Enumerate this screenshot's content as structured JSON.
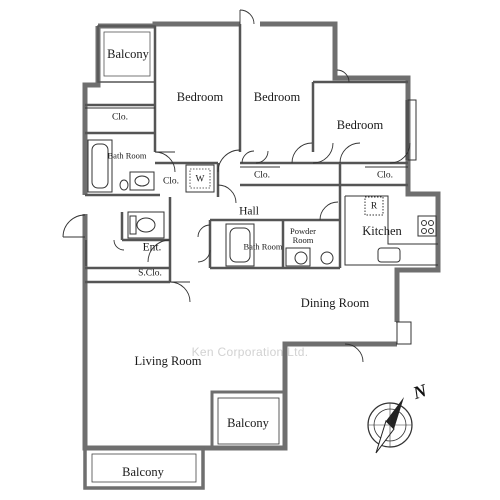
{
  "rooms": {
    "balcony_top": "Balcony",
    "bedroom_1": "Bedroom",
    "bedroom_2": "Bedroom",
    "bedroom_3": "Bedroom",
    "closet_1": "Clo.",
    "closet_2": "Clo.",
    "closet_3": "Clo.",
    "closet_4": "Clo.",
    "bath_room_1": "Bath Room",
    "washer": "W",
    "hall": "Hall",
    "bath_room_2": "Bath Room",
    "powder_room": "Powder Room",
    "kitchen": "Kitchen",
    "refrigerator": "R",
    "entrance": "Ent.",
    "shoe_closet": "S.Clo.",
    "dining_room": "Dining Room",
    "living_room": "Living Room",
    "balcony_right": "Balcony",
    "balcony_bottom": "Balcony"
  },
  "watermark": "Ken Corporation Ltd.",
  "compass": {
    "north_label": "N",
    "icon": "north-arrow-compass-icon"
  },
  "colors": {
    "wall": "#6f6f6f",
    "line": "#333333",
    "background": "#ffffff"
  }
}
